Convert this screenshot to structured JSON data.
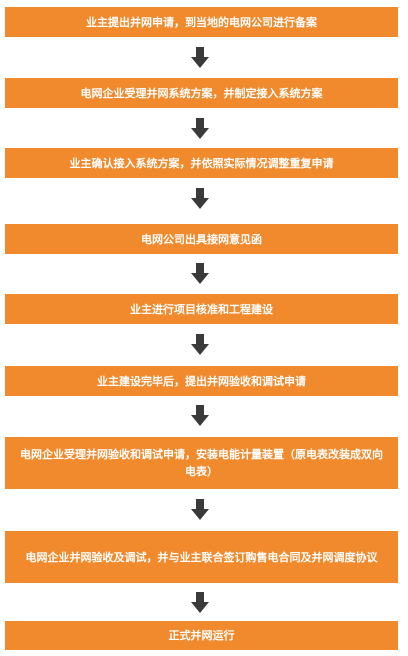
{
  "steps": [
    {
      "label": "业主提出并网申请，到当地的电网公司进行备案"
    },
    {
      "label": "电网企业受理并网系统方案，并制定接入系统方案"
    },
    {
      "label": "业主确认接入系统方案，并依照实际情况调整重复申请"
    },
    {
      "label": "电网公司出具接网意见函"
    },
    {
      "label": "业主进行项目核准和工程建设"
    },
    {
      "label": "业主建设完毕后，提出并网验收和调试申请"
    },
    {
      "label": "电网企业受理并网验收和调试申请，安装电能计量装置（原电表改装成双向电表）"
    },
    {
      "label": "电网企业并网验收及调试，并与业主联合签订购售电合同及并网调度协议"
    },
    {
      "label": "正式并网运行"
    }
  ],
  "colors": {
    "step_fill": "#f08a2c",
    "step_text": "#ffffff",
    "arrow": "#3a3a3a"
  }
}
